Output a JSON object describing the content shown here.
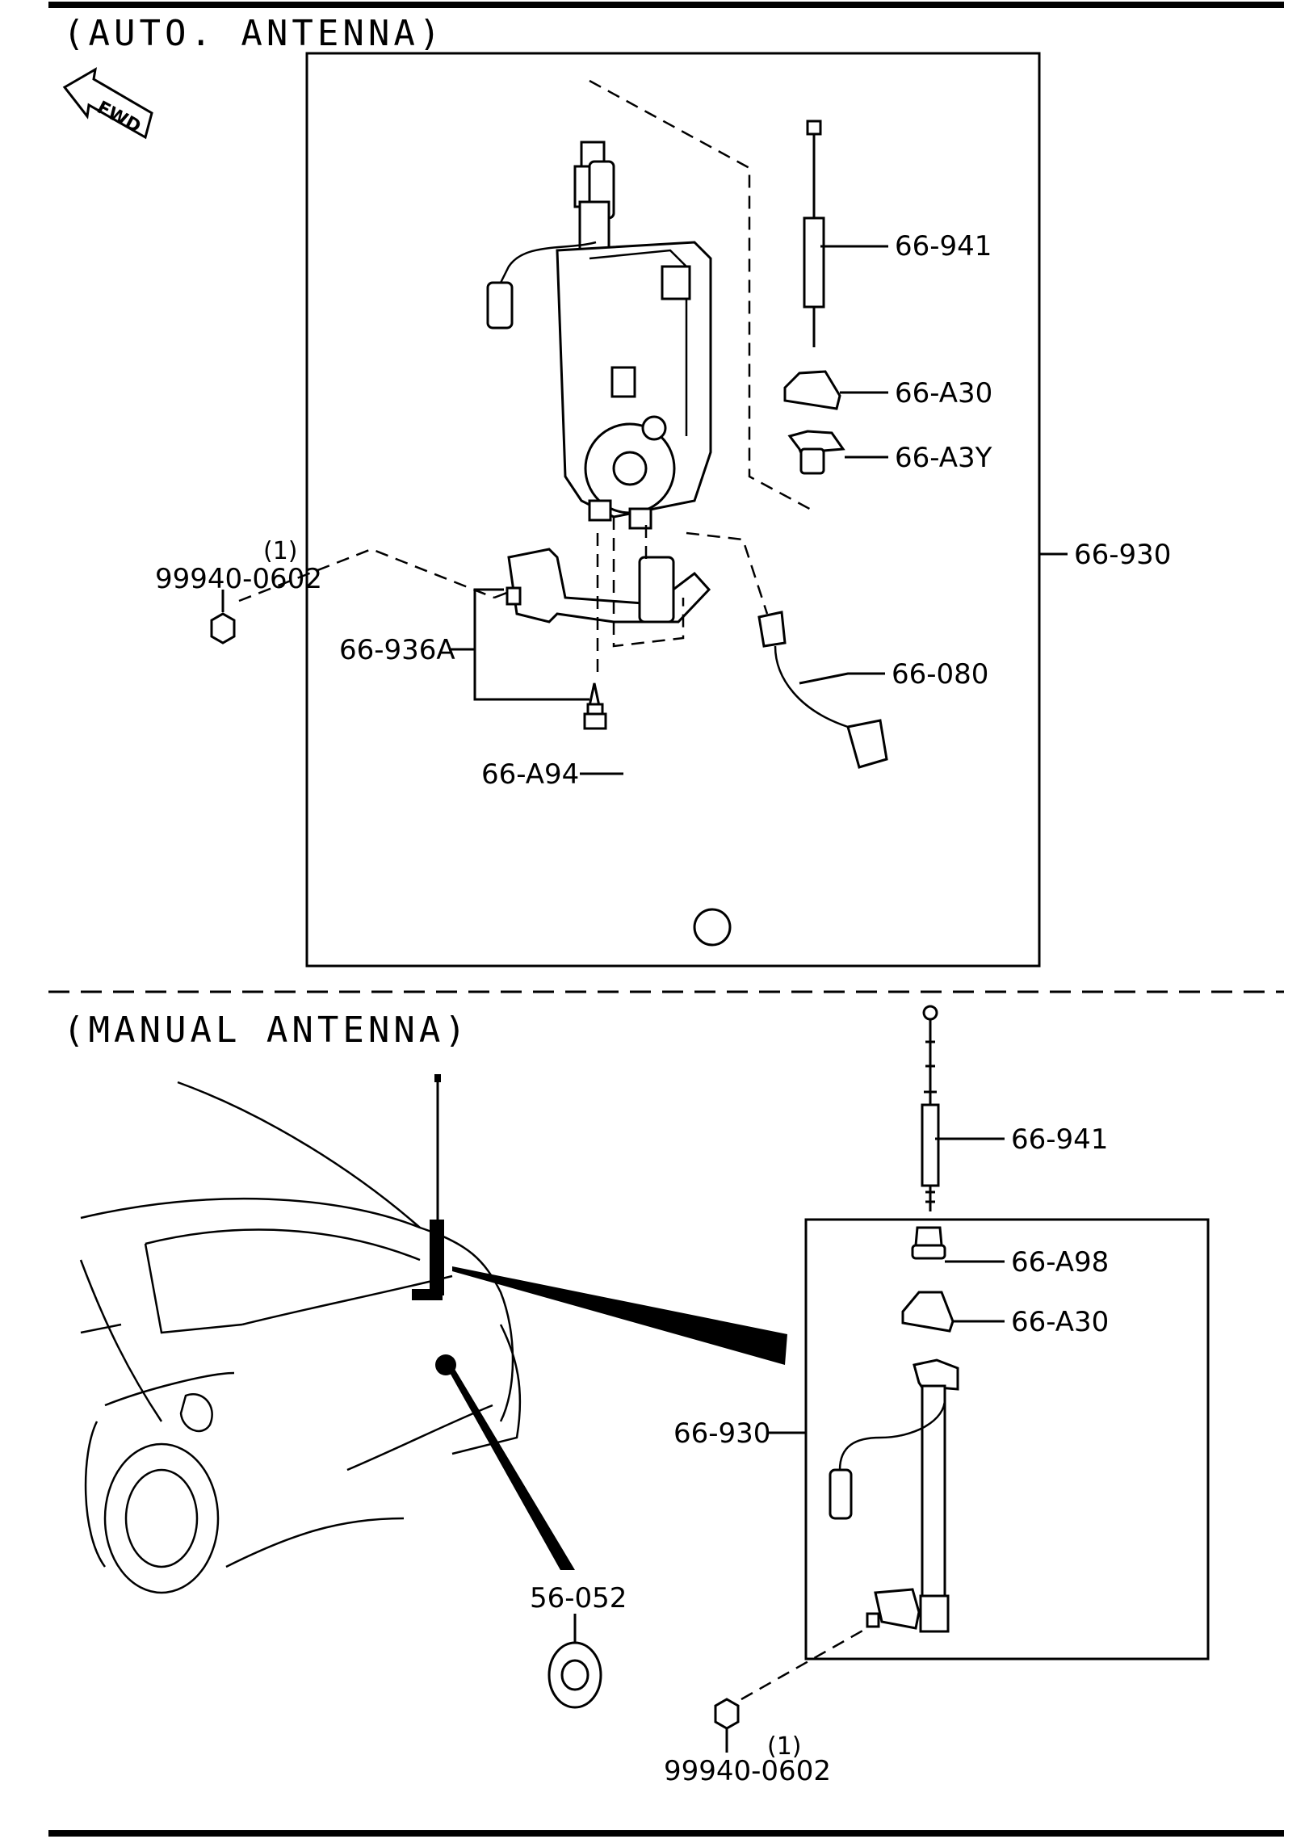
{
  "sections": {
    "auto_title": "(AUTO. ANTENNA)",
    "manual_title": "(MANUAL  ANTENNA)"
  },
  "fwd_label": "FWD",
  "auto": {
    "mast": "66-941",
    "bezel": "66-A30",
    "nut_seat": "66-A3Y",
    "assembly": "66-930",
    "bracket": "66-936A",
    "cord": "66-080",
    "drain_hose": "66-A94",
    "nut_part": "99940-0602",
    "nut_qty": "(1)"
  },
  "manual": {
    "mast": "66-941",
    "nut": "66-A98",
    "bezel": "66-A30",
    "assembly": "66-930",
    "plug": "56-052",
    "nut_part": "99940-0602",
    "nut_qty": "(1)"
  }
}
